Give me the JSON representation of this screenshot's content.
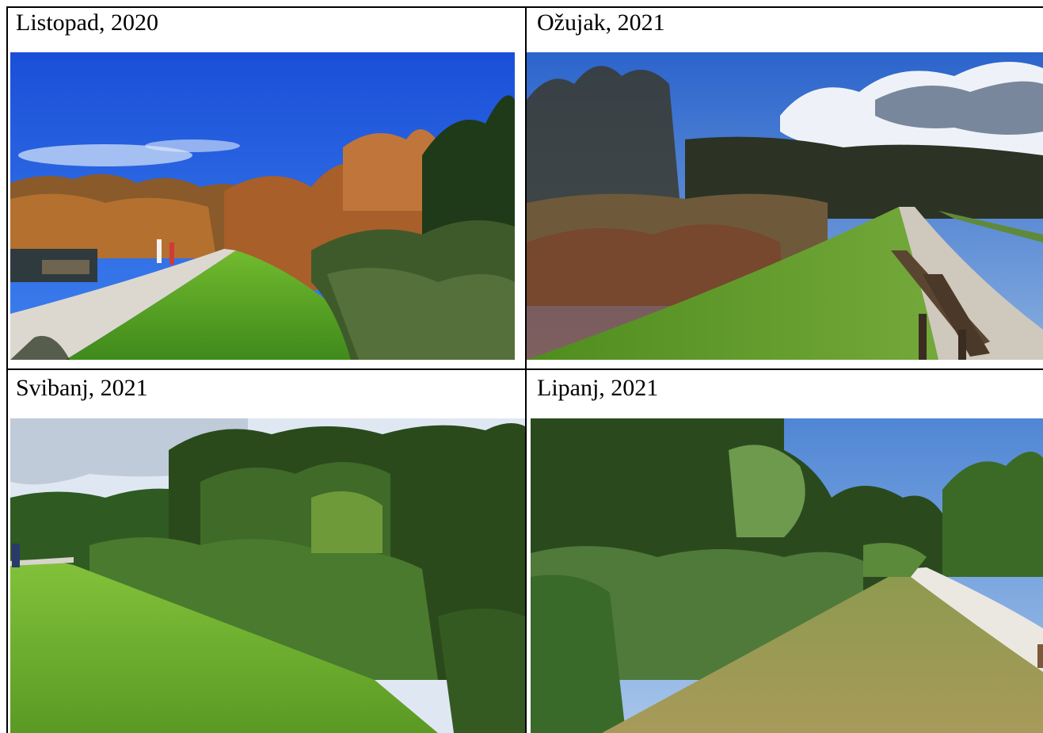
{
  "panels": [
    {
      "caption": "Listopad, 2020",
      "season": "autumn"
    },
    {
      "caption": "Ožujak, 2021",
      "season": "early-spring"
    },
    {
      "caption": "Svibanj, 2021",
      "season": "late-spring"
    },
    {
      "caption": "Lipanj, 2021",
      "season": "summer"
    }
  ],
  "colors": {
    "border": "#000000",
    "sky_clear": "#1f5fe0",
    "grass_bright": "#6fb52c",
    "grass_dry": "#9a9a4a",
    "foliage_autumn": "#b46a2e",
    "foliage_green": "#2f5a22",
    "path_gravel": "#d8d4cc"
  }
}
